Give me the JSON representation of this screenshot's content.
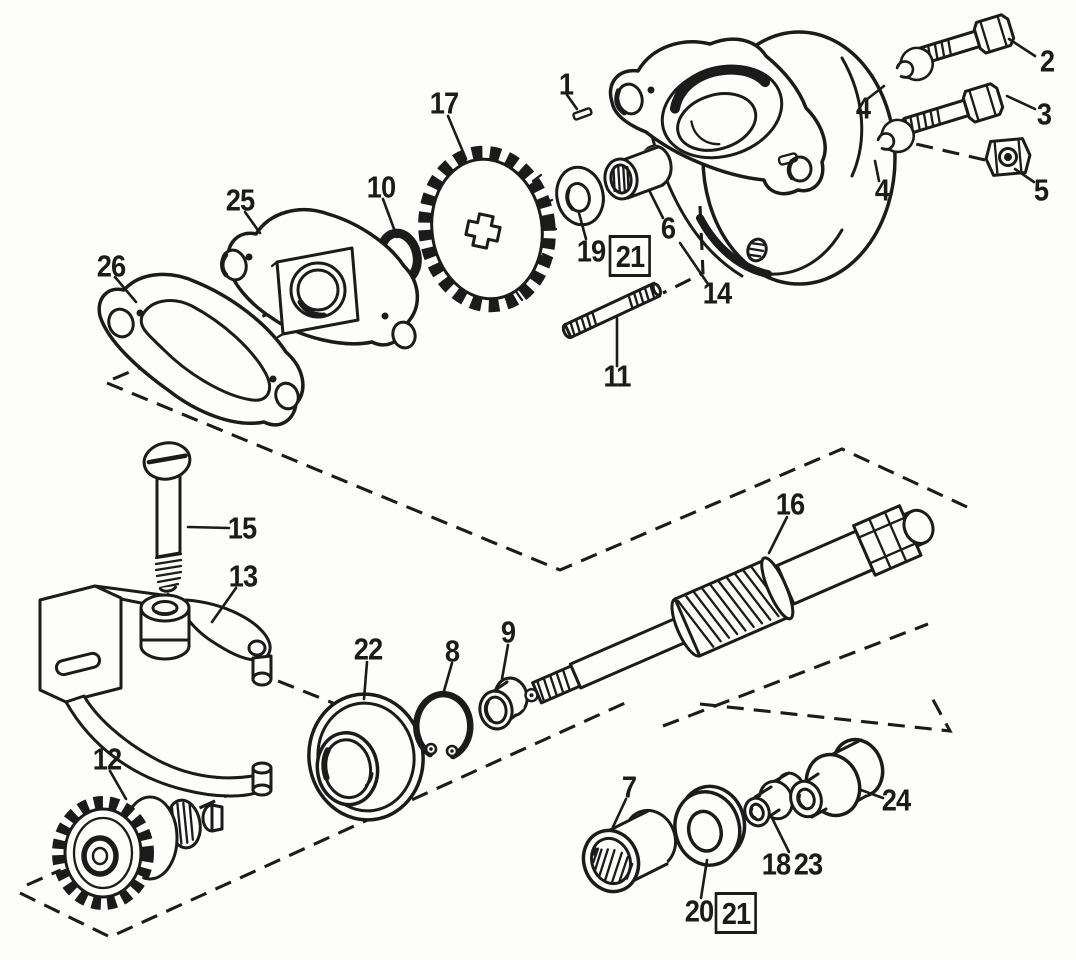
{
  "diagram": {
    "background_color": "#fdfdfc",
    "line_color": "#1b1b1b",
    "callouts": [
      {
        "label": "1",
        "boxed": false
      },
      {
        "label": "2",
        "boxed": false
      },
      {
        "label": "3",
        "boxed": false
      },
      {
        "label": "4",
        "boxed": false
      },
      {
        "label": "4",
        "boxed": false
      },
      {
        "label": "5",
        "boxed": false
      },
      {
        "label": "6",
        "boxed": false
      },
      {
        "label": "7",
        "boxed": false
      },
      {
        "label": "8",
        "boxed": false
      },
      {
        "label": "9",
        "boxed": false
      },
      {
        "label": "10",
        "boxed": false
      },
      {
        "label": "11",
        "boxed": false
      },
      {
        "label": "12",
        "boxed": false
      },
      {
        "label": "13",
        "boxed": false
      },
      {
        "label": "14",
        "boxed": false
      },
      {
        "label": "15",
        "boxed": false
      },
      {
        "label": "16",
        "boxed": false
      },
      {
        "label": "17",
        "boxed": false
      },
      {
        "label": "18",
        "boxed": false
      },
      {
        "label": "19",
        "boxed": false
      },
      {
        "label": "20",
        "boxed": false
      },
      {
        "label": "21",
        "boxed": true
      },
      {
        "label": "21",
        "boxed": true
      },
      {
        "label": "22",
        "boxed": false
      },
      {
        "label": "23",
        "boxed": false
      },
      {
        "label": "24",
        "boxed": false
      },
      {
        "label": "25",
        "boxed": false
      },
      {
        "label": "26",
        "boxed": false
      }
    ]
  }
}
